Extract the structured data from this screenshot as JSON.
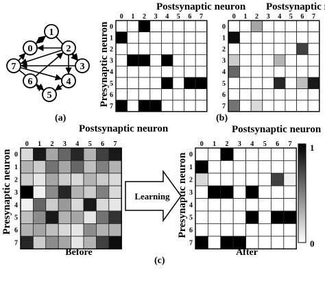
{
  "panels": {
    "a": {
      "letter": "(a)"
    },
    "b": {
      "letter": "(b)"
    },
    "c": {
      "letter": "(c)"
    }
  },
  "axis_labels": {
    "postsynaptic": "Postsynaptic neuron",
    "presynaptic": "Presynaptic neuron"
  },
  "tick_labels": [
    "0",
    "1",
    "2",
    "3",
    "4",
    "5",
    "6",
    "7"
  ],
  "graph": {
    "nodes": [
      "0",
      "1",
      "2",
      "3",
      "4",
      "5",
      "6",
      "7"
    ],
    "edges": [
      [
        "0",
        "1"
      ],
      [
        "1",
        "0"
      ],
      [
        "1",
        "3"
      ],
      [
        "2",
        "0"
      ],
      [
        "2",
        "3"
      ],
      [
        "2",
        "4"
      ],
      [
        "2",
        "7"
      ],
      [
        "3",
        "7"
      ],
      [
        "4",
        "5"
      ],
      [
        "5",
        "6"
      ],
      [
        "6",
        "2"
      ],
      [
        "7",
        "4"
      ],
      [
        "7",
        "5"
      ],
      [
        "7",
        "0"
      ]
    ]
  },
  "matrices": {
    "b_left": {
      "cells": [
        [
          0,
          0,
          1,
          0,
          0,
          0,
          0,
          0
        ],
        [
          1,
          0,
          0,
          0,
          0,
          0,
          0,
          0
        ],
        [
          0,
          0,
          0,
          0,
          0,
          0,
          0,
          0
        ],
        [
          0,
          1,
          1,
          0,
          1,
          0,
          0,
          0
        ],
        [
          0,
          0,
          0,
          0,
          0,
          0,
          0,
          0
        ],
        [
          0,
          0,
          0,
          0,
          1,
          0,
          1,
          1
        ],
        [
          0,
          0,
          0,
          0,
          0,
          0,
          0,
          0
        ],
        [
          1,
          0,
          1,
          1,
          0,
          0,
          0,
          0
        ]
      ]
    },
    "b_right": {
      "cells": [
        [
          0,
          0,
          0.35,
          0,
          0,
          0,
          0,
          0
        ],
        [
          0.95,
          0,
          0,
          0,
          0,
          0,
          0,
          0
        ],
        [
          0,
          0,
          0,
          0,
          0,
          0,
          0.75,
          0
        ],
        [
          0.2,
          0,
          0,
          0,
          0.3,
          0,
          0,
          0
        ],
        [
          0.6,
          0,
          0,
          0,
          0,
          0,
          0,
          0
        ],
        [
          0,
          0,
          0,
          0,
          0.85,
          0,
          0.25,
          0.9
        ],
        [
          0,
          0,
          0,
          0,
          0,
          0,
          0,
          0
        ],
        [
          0.55,
          0,
          0.15,
          0,
          0,
          0,
          0,
          0
        ]
      ]
    },
    "before": {
      "cells": [
        [
          0.15,
          0.9,
          0.35,
          0.6,
          0.85,
          0.3,
          0.75,
          0.9
        ],
        [
          0.3,
          0.2,
          0.55,
          0.35,
          0.6,
          0.25,
          0.5,
          0.3
        ],
        [
          0.2,
          0.1,
          0.35,
          0.2,
          0.15,
          0.3,
          0.2,
          0.15
        ],
        [
          1,
          0.05,
          0.45,
          0.85,
          0.3,
          0.2,
          0.5,
          0.15
        ],
        [
          0.05,
          0.6,
          0.2,
          0.4,
          0.15,
          0.9,
          0.15,
          0.1
        ],
        [
          0.25,
          0.45,
          0.9,
          0.3,
          0.35,
          0.1,
          0.55,
          0.8
        ],
        [
          0.3,
          0.35,
          0.25,
          0.15,
          0.1,
          0.45,
          0.3,
          0.3
        ],
        [
          0.85,
          0.2,
          0.45,
          0.35,
          0.1,
          0.3,
          0.75,
          0.95
        ]
      ]
    },
    "after": {
      "cells": [
        [
          0,
          0,
          1,
          0,
          0,
          0,
          0,
          0
        ],
        [
          1,
          0,
          0,
          0,
          0,
          0,
          0,
          0
        ],
        [
          0.15,
          0,
          0,
          0,
          0,
          0,
          0.75,
          0.05
        ],
        [
          0,
          1,
          1,
          0,
          1,
          0,
          0,
          0
        ],
        [
          0,
          0,
          0,
          0,
          0,
          0,
          0,
          0
        ],
        [
          0,
          0,
          0,
          0,
          1,
          0,
          1,
          1
        ],
        [
          0,
          0,
          0,
          0,
          0,
          0,
          0,
          0
        ],
        [
          1,
          0,
          1,
          1,
          0,
          0,
          0,
          0
        ]
      ]
    }
  },
  "learning_label": "Learning",
  "captions": {
    "before": "Before",
    "after": "After"
  },
  "colorbar": {
    "max_label": "1",
    "min_label": "0"
  }
}
